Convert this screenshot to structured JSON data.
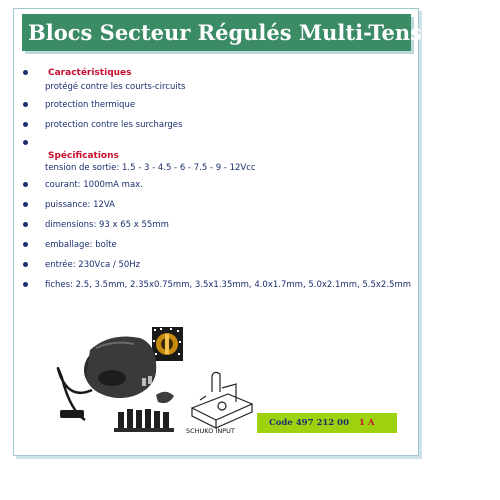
{
  "title": "Blocs Secteur Régulés Multi-Tension",
  "sections": {
    "features_heading": "Caractéristiques",
    "features": [
      "protégé contre les courts-circuits",
      "protection thermique",
      "protection contre les surcharges"
    ],
    "specs_heading": "Spécifications",
    "specs": [
      "tension de sortie: 1.5 - 3 - 4.5 - 6 - 7.5 - 9 - 12Vcc",
      "courant: 1000mA max.",
      "puissance: 12VA",
      "dimensions: 93 x 65 x 55mm",
      "emballage: boîte",
      "entrée: 230Vca / 50Hz",
      "fiches: 2.5, 3.5mm, 2.35x0.75mm, 3.5x1.35mm, 4.0x1.7mm, 5.0x2.1mm, 5.5x2.5mm"
    ]
  },
  "product": {
    "schuko_label": "SCHUKO INPUT",
    "code_label": "Code  497 212 00",
    "current_label": "1 A"
  },
  "colors": {
    "title_bg": "#3a8b66",
    "heading_red": "#c8102e",
    "text_navy": "#1b2f6e",
    "code_bar_green": "#9fd20e"
  }
}
